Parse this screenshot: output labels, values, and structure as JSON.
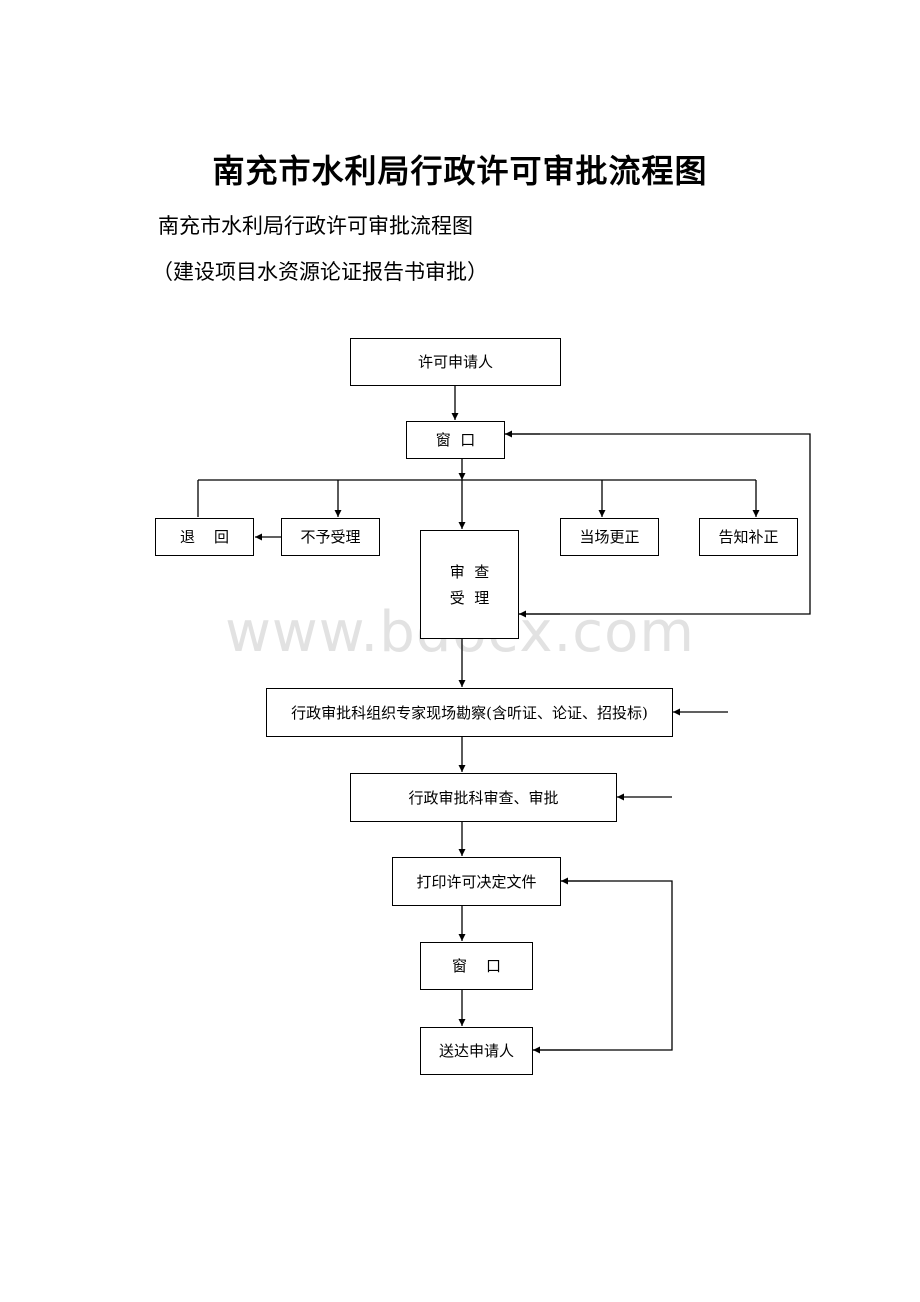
{
  "document": {
    "title": "南充市水利局行政许可审批流程图",
    "subtitle_line1": "南充市水利局行政许可审批流程图",
    "subtitle_line2": "（建设项目水资源论证报告书审批）",
    "watermark": "www.bdocx.com"
  },
  "flowchart": {
    "nodes": {
      "applicant": "许可申请人",
      "window_1": "窗  口",
      "return": "退    回",
      "reject": "不予受理",
      "review": "审  查\n受  理",
      "correct_on_site": "当场更正",
      "notify_supplement": "告知补正",
      "field_survey": "行政审批科组织专家现场勘察(含听证、论证、招投标)",
      "approval": "行政审批科审查、审批",
      "print_decision": "打印许可决定文件",
      "window_2": "窗    口",
      "deliver": "送达申请人"
    },
    "edges": [
      [
        "许可申请人",
        "窗口"
      ],
      [
        "窗口",
        "不予受理"
      ],
      [
        "窗口",
        "审查受理"
      ],
      [
        "窗口",
        "当场更正"
      ],
      [
        "窗口",
        "告知补正"
      ],
      [
        "不予受理",
        "退回"
      ],
      [
        "审查受理",
        "行政审批科组织专家现场勘察"
      ],
      [
        "行政审批科组织专家现场勘察",
        "行政审批科审查、审批"
      ],
      [
        "行政审批科审查、审批",
        "打印许可决定文件"
      ],
      [
        "打印许可决定文件",
        "窗口"
      ],
      [
        "窗口",
        "送达申请人"
      ],
      [
        "送达申请人",
        "打印许可决定文件"
      ]
    ]
  }
}
